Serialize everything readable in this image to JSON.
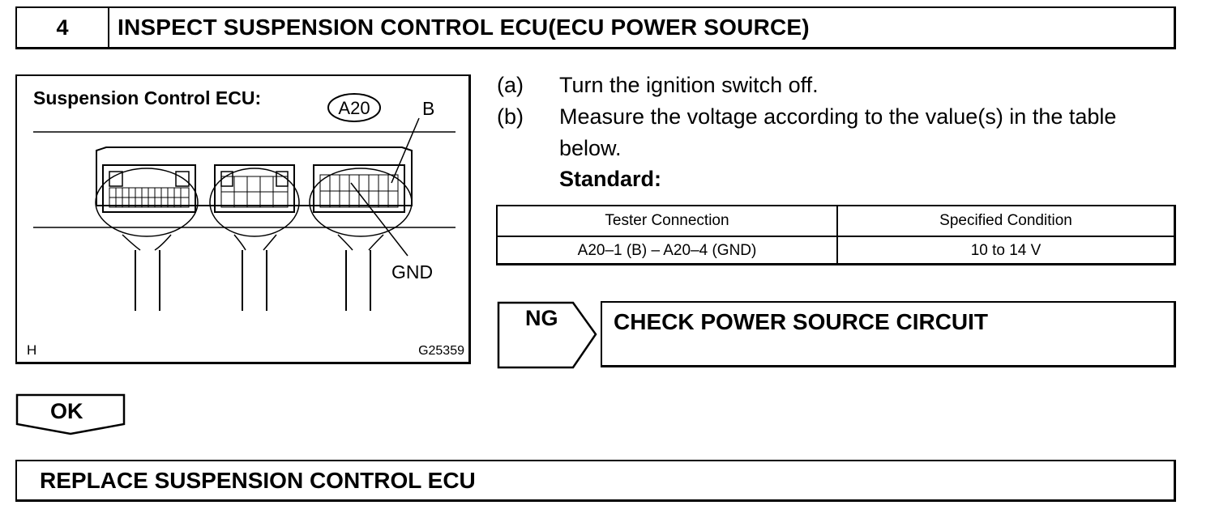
{
  "step": {
    "number": "4",
    "title": "INSPECT SUSPENSION CONTROL ECU(ECU POWER SOURCE)"
  },
  "figure": {
    "title": "Suspension Control ECU:",
    "connector_id": "A20",
    "pin_b_label": "B",
    "pin_gnd_label": "GND",
    "corner_mark": "H",
    "figure_code": "G25359"
  },
  "instructions": [
    {
      "label": "(a)",
      "text": "Turn the ignition switch off."
    },
    {
      "label": "(b)",
      "text": "Measure the voltage according to the value(s) in the table",
      "text_cont": "below."
    }
  ],
  "standard_label": "Standard:",
  "spec_table": {
    "headers": [
      "Tester Connection",
      "Specified Condition"
    ],
    "rows": [
      [
        "A20–1 (B) – A20–4 (GND)",
        "10 to 14 V"
      ]
    ]
  },
  "ng_branch": {
    "label": "NG",
    "result": "CHECK POWER SOURCE CIRCUIT"
  },
  "ok_branch": {
    "label": "OK",
    "result": "REPLACE SUSPENSION CONTROL ECU"
  }
}
